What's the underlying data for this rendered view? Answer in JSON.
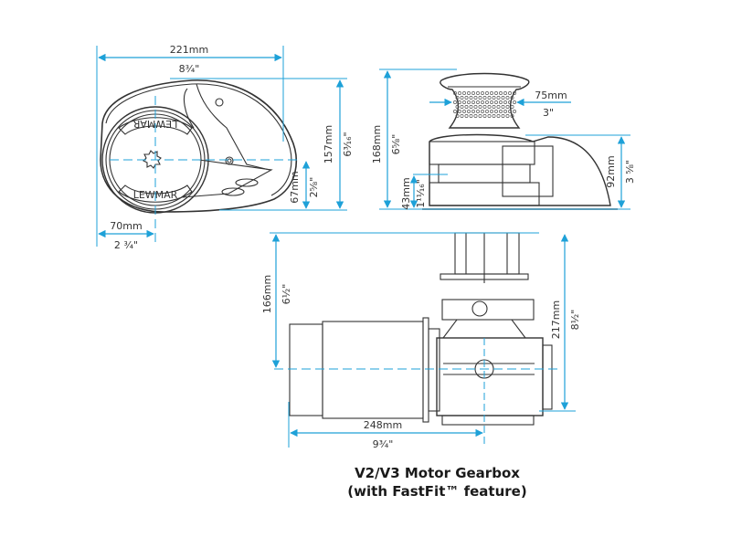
{
  "colors": {
    "dimension": "#1ea1d8",
    "outline": "#333333",
    "text": "#333333"
  },
  "top_view": {
    "width_mm": "221mm",
    "width_in": "8¾\"",
    "height_mm": "157mm",
    "height_in": "6³⁄₁₆\"",
    "offset_mm": "67mm",
    "offset_in": "2⁵⁄₈\"",
    "center_mm": "70mm",
    "center_in": "2 ¾\"",
    "brand_top": "LEWMAR",
    "brand_bottom": "LEWMAR"
  },
  "side_view": {
    "height_mm": "168mm",
    "height_in": "6⁵⁄₈\"",
    "drum_mm": "75mm",
    "drum_in": "3\"",
    "base_mm": "43mm",
    "base_in": "1¹¹⁄₁₆\"",
    "body_mm": "92mm",
    "body_in": "3 ⁵⁄₈\""
  },
  "gearbox_view": {
    "upper_mm": "166mm",
    "upper_in": "6¹⁄₂\"",
    "total_mm": "217mm",
    "total_in": "8¹⁄₂\"",
    "length_mm": "248mm",
    "length_in": "9³⁄₄\""
  },
  "caption": {
    "line1": "V2/V3 Motor Gearbox",
    "line2": "(with FastFit™ feature)"
  }
}
